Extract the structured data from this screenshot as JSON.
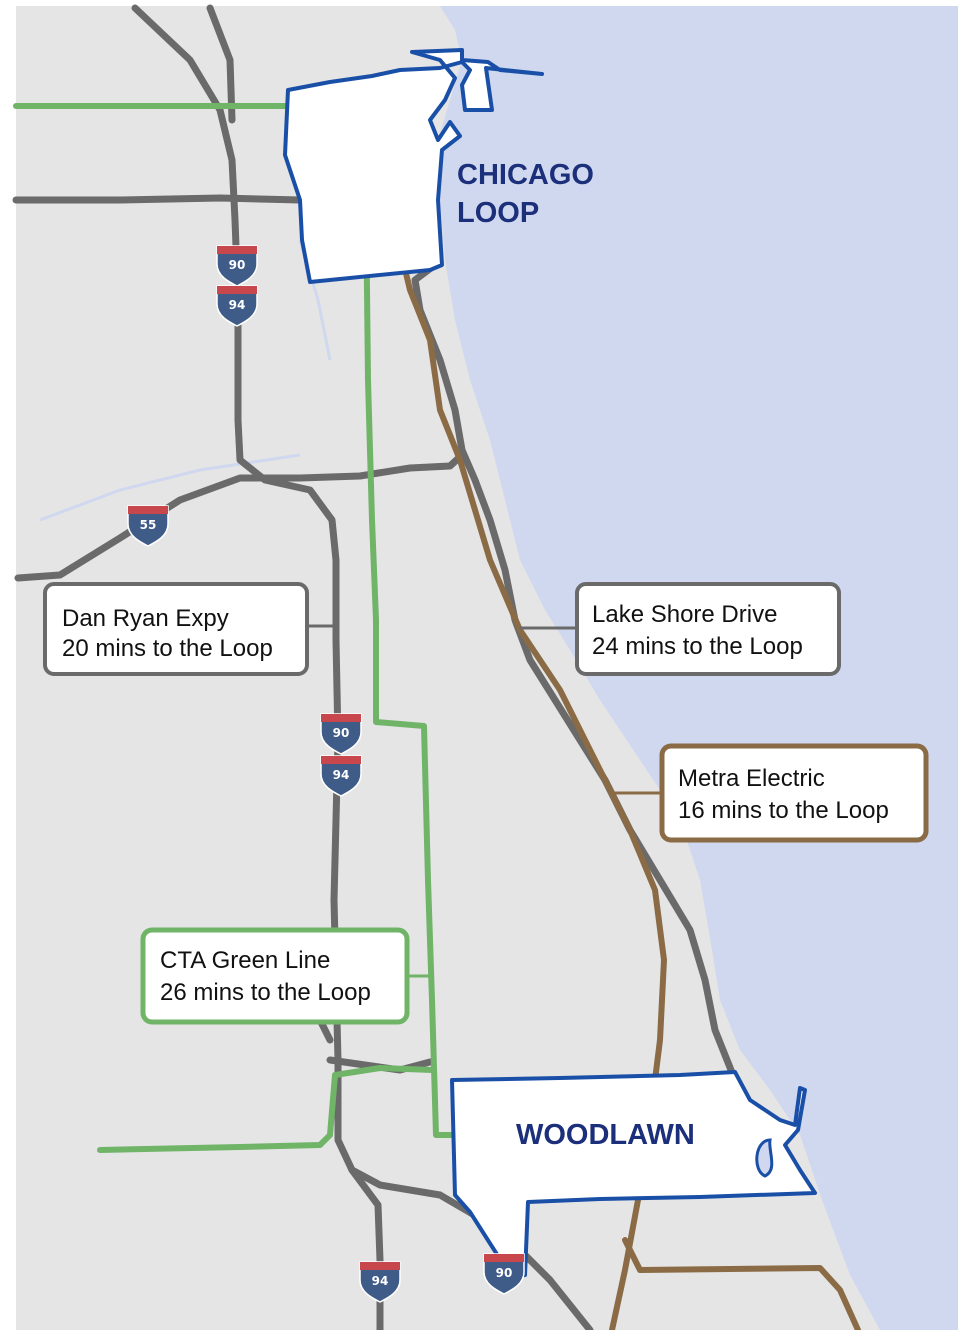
{
  "map": {
    "colors": {
      "land": "#e5e5e5",
      "water": "#d0d8ef",
      "highway": "#6a6a6a",
      "green_line": "#70b468",
      "metra": "#8a6b45",
      "boundary": "#1a4fa8",
      "label": "#1b2f7a"
    },
    "areas": {
      "loop": {
        "line1": "CHICAGO",
        "line2": "LOOP"
      },
      "woodlawn": {
        "name": "WOODLAWN"
      }
    },
    "callouts": {
      "dan_ryan": {
        "line1": "Dan Ryan Expy",
        "line2": "20 mins to the Loop",
        "color": "#6a6a6a"
      },
      "lake_shore": {
        "line1": "Lake Shore Drive",
        "line2": "24 mins to the Loop",
        "color": "#6a6a6a"
      },
      "metra": {
        "line1": "Metra Electric",
        "line2": "16 mins to the Loop",
        "color": "#8a6b45"
      },
      "green": {
        "line1": "CTA Green Line",
        "line2": "26 mins to the Loop",
        "color": "#70b468"
      }
    },
    "shields": {
      "s90_north": "90",
      "s94_north": "94",
      "s55": "55",
      "s90_mid": "90",
      "s94_mid": "94",
      "s94_south": "94",
      "s90_south": "90"
    }
  }
}
